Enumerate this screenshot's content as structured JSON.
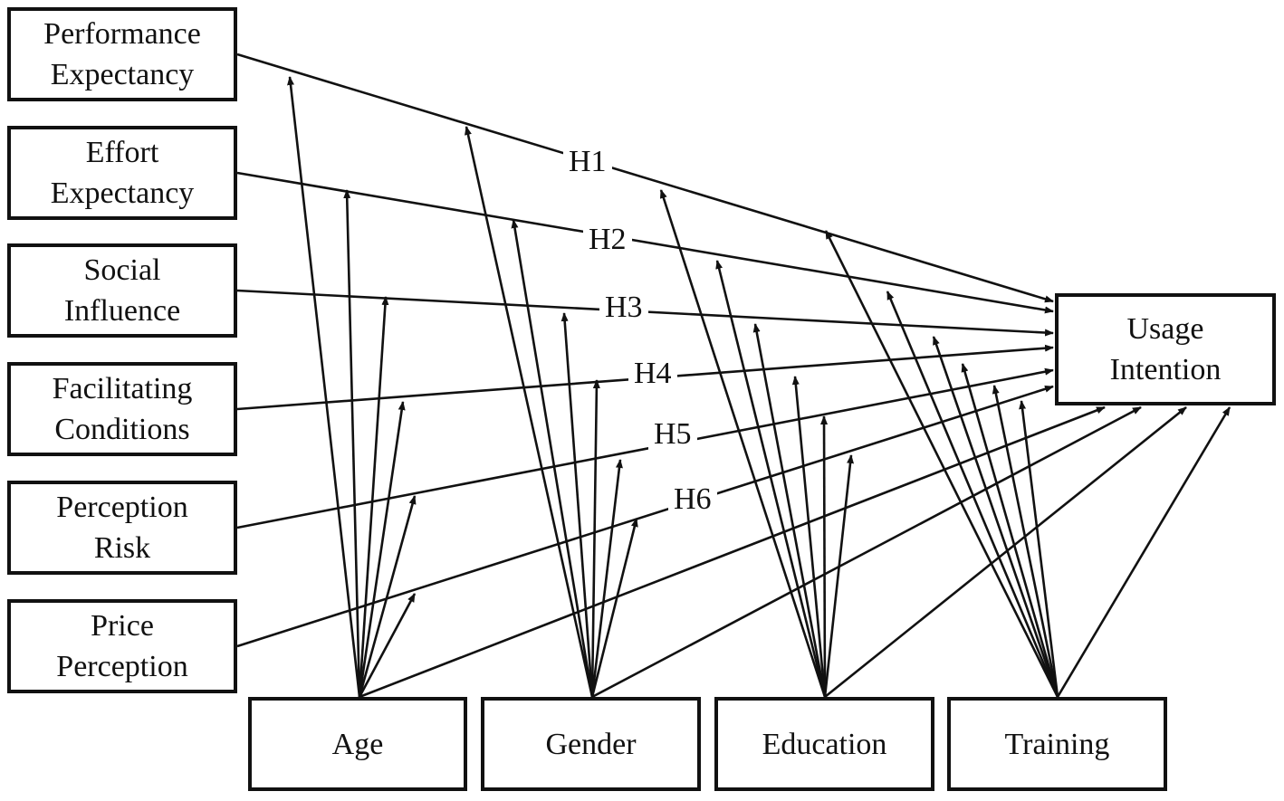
{
  "constructs": [
    {
      "id": "pe",
      "lines": [
        "Performance",
        "Expectancy"
      ]
    },
    {
      "id": "ee",
      "lines": [
        "Effort",
        "Expectancy"
      ]
    },
    {
      "id": "si",
      "lines": [
        "Social",
        "Influence"
      ]
    },
    {
      "id": "fc",
      "lines": [
        "Facilitating",
        "Conditions"
      ]
    },
    {
      "id": "pr",
      "lines": [
        "Perception",
        "Risk"
      ]
    },
    {
      "id": "pp",
      "lines": [
        "Price",
        "Perception"
      ]
    }
  ],
  "outcome": {
    "id": "ui",
    "lines": [
      "Usage",
      "Intention"
    ]
  },
  "moderators": [
    {
      "id": "age",
      "label": "Age"
    },
    {
      "id": "gender",
      "label": "Gender"
    },
    {
      "id": "education",
      "label": "Education"
    },
    {
      "id": "training",
      "label": "Training"
    }
  ],
  "hypotheses": [
    {
      "label": "H1",
      "from": "pe",
      "to": "ui"
    },
    {
      "label": "H2",
      "from": "ee",
      "to": "ui"
    },
    {
      "label": "H3",
      "from": "si",
      "to": "ui"
    },
    {
      "label": "H4",
      "from": "fc",
      "to": "ui"
    },
    {
      "label": "H5",
      "from": "pr",
      "to": "ui"
    },
    {
      "label": "H6",
      "from": "pp",
      "to": "ui"
    }
  ],
  "moderation": [
    "age",
    "gender",
    "education",
    "training"
  ]
}
